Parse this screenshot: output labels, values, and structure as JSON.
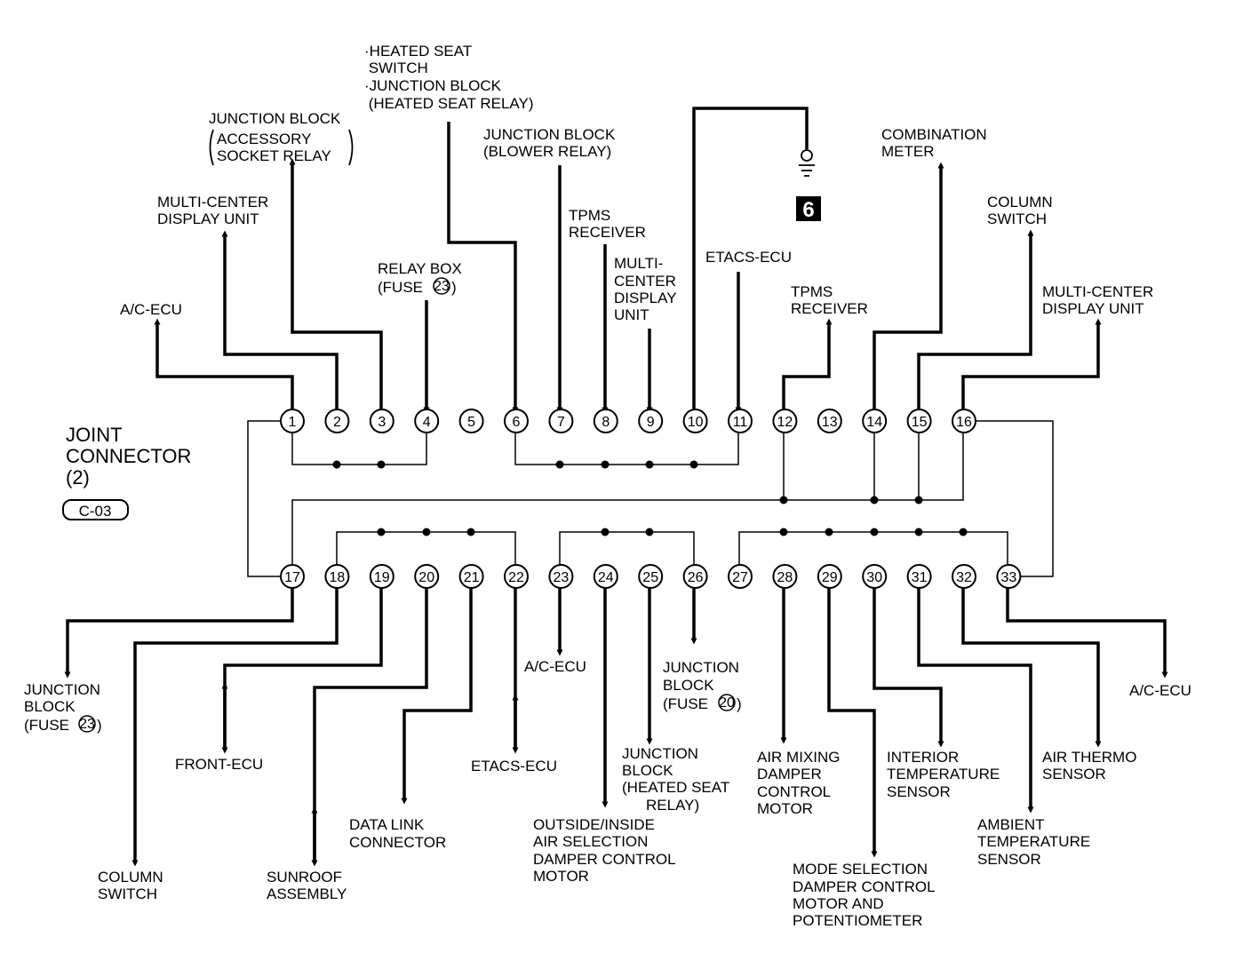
{
  "connector": {
    "title": [
      "JOINT",
      "CONNECTOR",
      "(2)"
    ],
    "code": "C-03"
  },
  "ground": {
    "number": "6"
  },
  "fuse_numbers": {
    "relay_box": "23",
    "junction_block_left": "23",
    "junction_block_mid": "20"
  },
  "top_pins": [
    "1",
    "2",
    "3",
    "4",
    "5",
    "6",
    "7",
    "8",
    "9",
    "10",
    "11",
    "12",
    "13",
    "14",
    "15",
    "16"
  ],
  "bottom_pins": [
    "17",
    "18",
    "19",
    "20",
    "21",
    "22",
    "23",
    "24",
    "25",
    "26",
    "27",
    "28",
    "29",
    "30",
    "31",
    "32",
    "33"
  ],
  "labels": {
    "ac_ecu_1": "A/C-ECU",
    "mcdu_2": [
      "MULTI-CENTER",
      "DISPLAY UNIT"
    ],
    "jb_accessory": [
      "JUNCTION BLOCK",
      "ACCESSORY",
      "SOCKET RELAY"
    ],
    "heated_seat": [
      "·HEATED SEAT",
      " SWITCH",
      "·JUNCTION BLOCK",
      " (HEATED SEAT RELAY)"
    ],
    "relay_box": [
      "RELAY BOX",
      "(FUSE",
      ")"
    ],
    "jb_blower": [
      "JUNCTION BLOCK",
      "(BLOWER RELAY)"
    ],
    "tpms_8": [
      "TPMS",
      "RECEIVER"
    ],
    "mcdu_9": [
      "MULTI-",
      "CENTER",
      "DISPLAY",
      "UNIT"
    ],
    "etacs_11": "ETACS-ECU",
    "tpms_12": [
      "TPMS",
      "RECEIVER"
    ],
    "combination_meter": [
      "COMBINATION",
      "METER"
    ],
    "column_switch_15": [
      "COLUMN",
      "SWITCH"
    ],
    "mcdu_16": [
      "MULTI-CENTER",
      "DISPLAY UNIT"
    ],
    "jb_fuse_17": [
      "JUNCTION",
      "BLOCK",
      "(FUSE",
      ")"
    ],
    "column_switch_18": [
      "COLUMN",
      "SWITCH"
    ],
    "front_ecu": "FRONT-ECU",
    "sunroof": [
      "SUNROOF",
      "ASSEMBLY"
    ],
    "data_link": [
      "DATA LINK",
      "CONNECTOR"
    ],
    "etacs_22": "ETACS-ECU",
    "ac_ecu_23": "A/C-ECU",
    "outside_inside": [
      "OUTSIDE/INSIDE",
      "AIR SELECTION",
      "DAMPER CONTROL",
      "MOTOR"
    ],
    "jb_heated_25": [
      "JUNCTION",
      "BLOCK",
      "(HEATED SEAT",
      "RELAY)"
    ],
    "jb_fuse_26": [
      "JUNCTION",
      "BLOCK",
      "(FUSE",
      ")"
    ],
    "air_mixing": [
      "AIR MIXING",
      "DAMPER",
      "CONTROL",
      "MOTOR"
    ],
    "mode_selection": [
      "MODE SELECTION",
      "DAMPER CONTROL",
      "MOTOR AND",
      "POTENTIOMETER"
    ],
    "interior_temp": [
      "INTERIOR",
      "TEMPERATURE",
      "SENSOR"
    ],
    "ambient_temp": [
      "AMBIENT",
      "TEMPERATURE",
      "SENSOR"
    ],
    "air_thermo": [
      "AIR THERMO",
      "SENSOR"
    ],
    "ac_ecu_33": "A/C-ECU"
  }
}
